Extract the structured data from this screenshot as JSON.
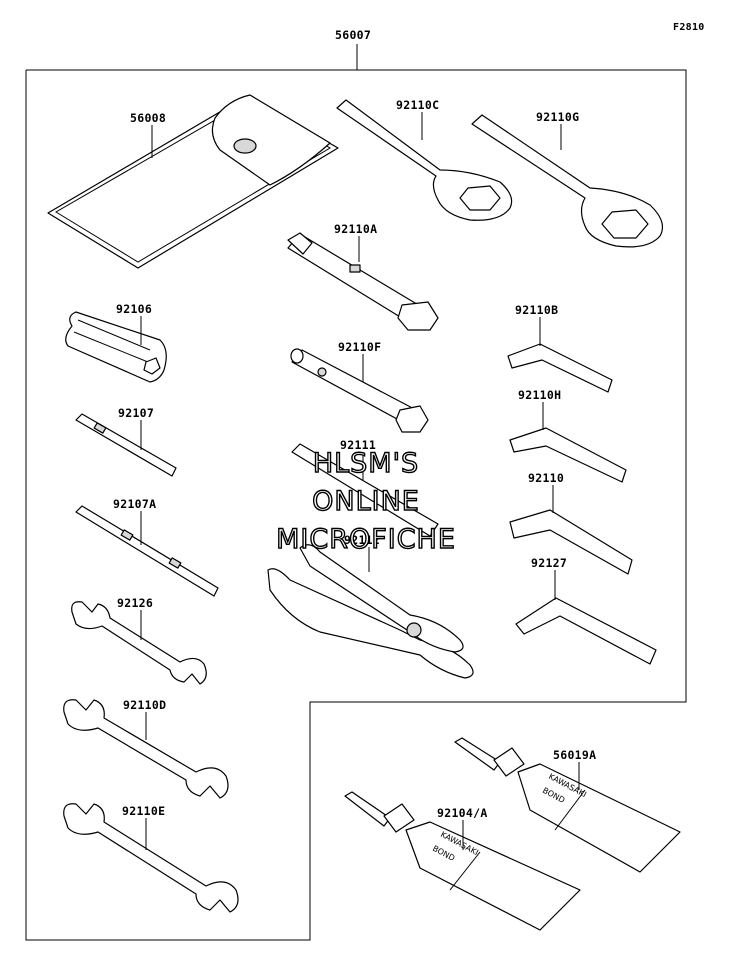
{
  "figure_code": "F2810",
  "assembly_label": "56007",
  "parts": [
    {
      "id": "p56008",
      "label": "56008"
    },
    {
      "id": "p92110C",
      "label": "92110C"
    },
    {
      "id": "p92110G",
      "label": "92110G"
    },
    {
      "id": "p92110A",
      "label": "92110A"
    },
    {
      "id": "p92106",
      "label": "92106"
    },
    {
      "id": "p92110F",
      "label": "92110F"
    },
    {
      "id": "p92110B",
      "label": "92110B"
    },
    {
      "id": "p92107",
      "label": "92107"
    },
    {
      "id": "p92110H",
      "label": "92110H"
    },
    {
      "id": "p92111",
      "label": "92111"
    },
    {
      "id": "p92110",
      "label": "92110"
    },
    {
      "id": "p92107A",
      "label": "92107A"
    },
    {
      "id": "p92112",
      "label": "92112"
    },
    {
      "id": "p92127",
      "label": "92127"
    },
    {
      "id": "p92126",
      "label": "92126"
    },
    {
      "id": "p92110D",
      "label": "92110D"
    },
    {
      "id": "p56019A",
      "label": "56019A"
    },
    {
      "id": "p92104A",
      "label": "92104/A"
    },
    {
      "id": "p92110E",
      "label": "92110E"
    }
  ],
  "tube_text": [
    "KAWASAKI",
    "BOND"
  ],
  "watermark": [
    "HLSM'S",
    "ONLINE",
    "MICROFICHE"
  ]
}
